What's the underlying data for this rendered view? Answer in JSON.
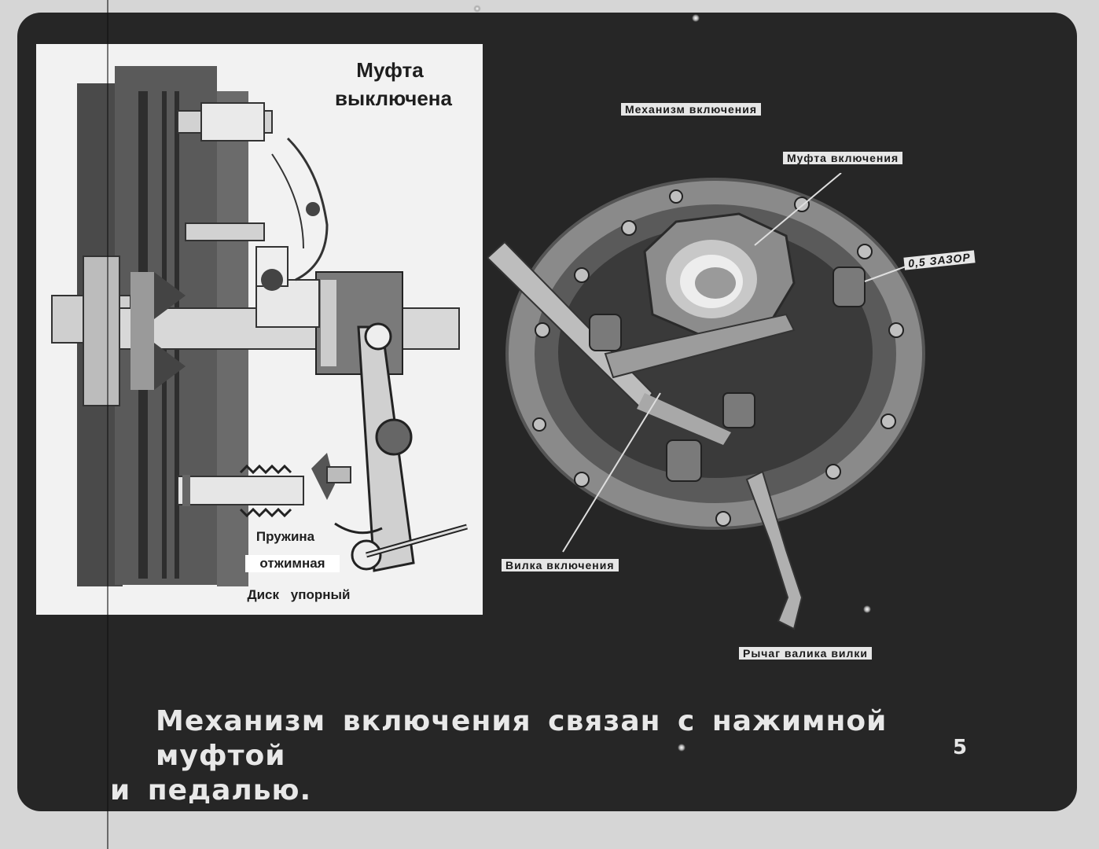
{
  "diagram": {
    "title_line1": "Муфта",
    "title_line2": "выключена",
    "label_spring_line1": "Пружина",
    "label_spring_line2": "отжимная",
    "label_disc": "Диск упорный"
  },
  "photo": {
    "label_mechanism": "Механизм включения",
    "label_coupling": "Муфта включения",
    "label_gap": "0,5 ЗАЗОР",
    "label_fork": "Вилка включения",
    "label_lever": "Рычаг валика вилки"
  },
  "caption": {
    "line1": "Механизм включения связан с нажимной муфтой",
    "line2": "и педалью."
  },
  "slide_number": "5"
}
